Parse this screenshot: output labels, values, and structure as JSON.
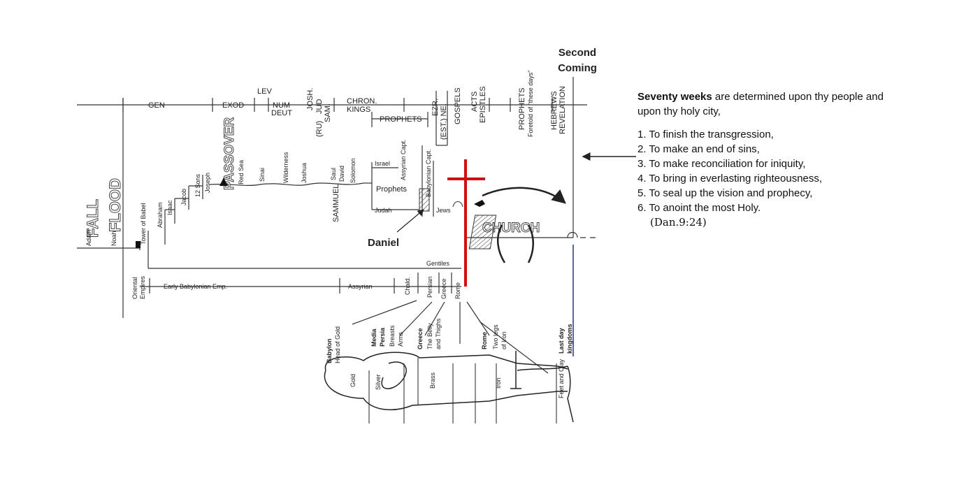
{
  "second_coming": [
    "Second",
    "Coming"
  ],
  "books": {
    "gen": "GEN",
    "exod": "EXOD",
    "lev": "LEV",
    "num": "NUM",
    "deut": "DEUT",
    "josh": "JOSH.",
    "jud": "JUD",
    "ru": "(RU)",
    "sam": "SAM.",
    "chron": "CHRON.",
    "kings": "KINGS",
    "prophets": "PROPHETS",
    "ezr": "EZR.",
    "est": "(EST.) NE.",
    "gospels": "GOSPELS",
    "acts": "ACTS",
    "epistles": "EPISTLES",
    "prophets2": "PROPHETS",
    "foretold": "Foretold of \"these days\"",
    "hebrews": "HEBREWS",
    "revelation": "REVELATION"
  },
  "eras": {
    "fall": "FALL",
    "flood": "FLOOD",
    "adam": "Adam",
    "noah": "Noah",
    "tower": "Tower of Babel",
    "abraham": "Abraham",
    "isaac": "Isaac",
    "jacob": "Jacob",
    "sons": "12 Sons",
    "joseph": "Joseph",
    "passover": "PASSOVER",
    "red_sea": "Red Sea",
    "sinai": "Sinai",
    "wilderness": "Wilderness",
    "joshua": "Joshua",
    "saul": "Saul",
    "david": "David",
    "solomon": "Solomon",
    "sammuel": "SAMMUEL",
    "israel": "Israel",
    "assyrian_capt": "Assyrian Capt.",
    "prophets": "Prophets",
    "judah": "Judah",
    "babylonian_capt": "Babylonian Capt.",
    "jews": "Jews",
    "church": "CHURCH",
    "daniel": "Daniel",
    "gentiles": "Gentiles"
  },
  "empires": {
    "oriental": [
      "Oriental",
      "Empires"
    ],
    "early_babylonian": "Early  Babylonian Emp.",
    "assyrian": "Assyrian",
    "chald": "Chald.",
    "persian": "Persian",
    "greece": "Greece",
    "rome": "Rome"
  },
  "statue": {
    "babylon": [
      "Babylon",
      "Head of Gold"
    ],
    "media": [
      "Media",
      "Persia",
      "Breasts",
      "Arms"
    ],
    "greece": [
      "Greece",
      "The Belly",
      "and Thighs"
    ],
    "rome": [
      "Rome",
      "Two legs",
      "of Iron"
    ],
    "last_day": [
      "Last day",
      "kingdoms"
    ],
    "gold": "Gold",
    "silver": "Silver",
    "brass": "Brass",
    "iron": "Iron",
    "feet": "Feet and Clay"
  },
  "prophecy": {
    "intro_bold": "Seventy weeks",
    "intro_rest": " are determined upon thy people and upon thy holy city,",
    "items": [
      "1. To finish the transgression,",
      "2. To make an end of sins,",
      "3. To make reconciliation for iniquity,",
      "4. To bring in everlasting righteousness,",
      "5. To seal up the vision and prophecy,",
      "6. To anoint the most Holy."
    ],
    "reference": "(Dan.9:24)"
  },
  "colors": {
    "cross": "#d01010",
    "line": "#333333",
    "blue_line": "#2a2f8a"
  }
}
